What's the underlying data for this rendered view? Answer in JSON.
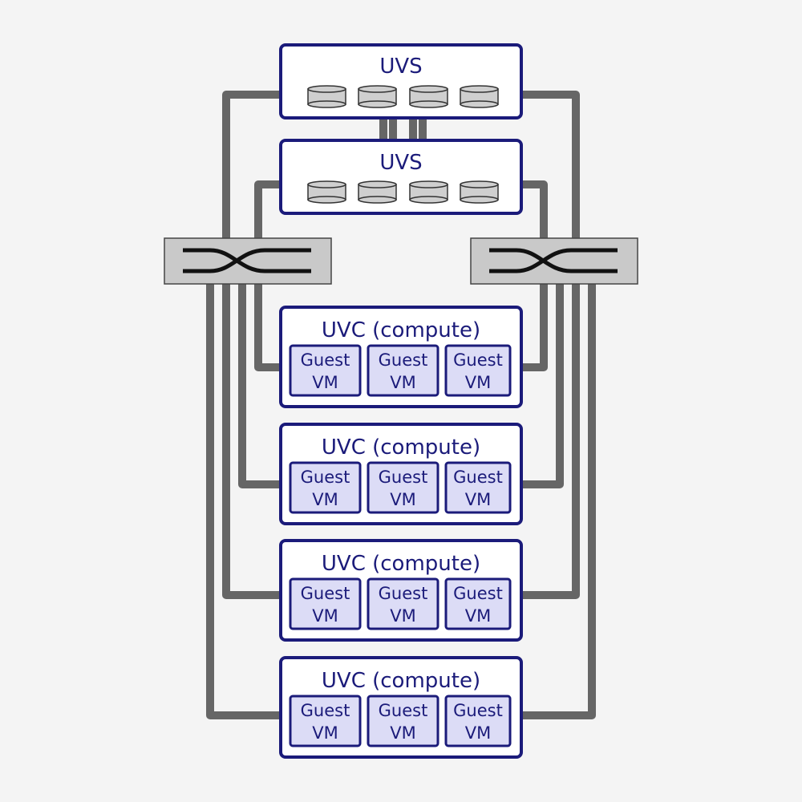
{
  "storage_nodes": [
    {
      "label": "UVS",
      "disks": 4
    },
    {
      "label": "UVS",
      "disks": 4
    }
  ],
  "switches": [
    {
      "name": "left-switch"
    },
    {
      "name": "right-switch"
    }
  ],
  "compute_nodes": [
    {
      "label": "UVC (compute)",
      "vms": [
        {
          "line1": "Guest",
          "line2": "VM"
        },
        {
          "line1": "Guest",
          "line2": "VM"
        },
        {
          "line1": "Guest",
          "line2": "VM"
        }
      ]
    },
    {
      "label": "UVC (compute)",
      "vms": [
        {
          "line1": "Guest",
          "line2": "VM"
        },
        {
          "line1": "Guest",
          "line2": "VM"
        },
        {
          "line1": "Guest",
          "line2": "VM"
        }
      ]
    },
    {
      "label": "UVC (compute)",
      "vms": [
        {
          "line1": "Guest",
          "line2": "VM"
        },
        {
          "line1": "Guest",
          "line2": "VM"
        },
        {
          "line1": "Guest",
          "line2": "VM"
        }
      ]
    },
    {
      "label": "UVC (compute)",
      "vms": [
        {
          "line1": "Guest",
          "line2": "VM"
        },
        {
          "line1": "Guest",
          "line2": "VM"
        },
        {
          "line1": "Guest",
          "line2": "VM"
        }
      ]
    }
  ]
}
